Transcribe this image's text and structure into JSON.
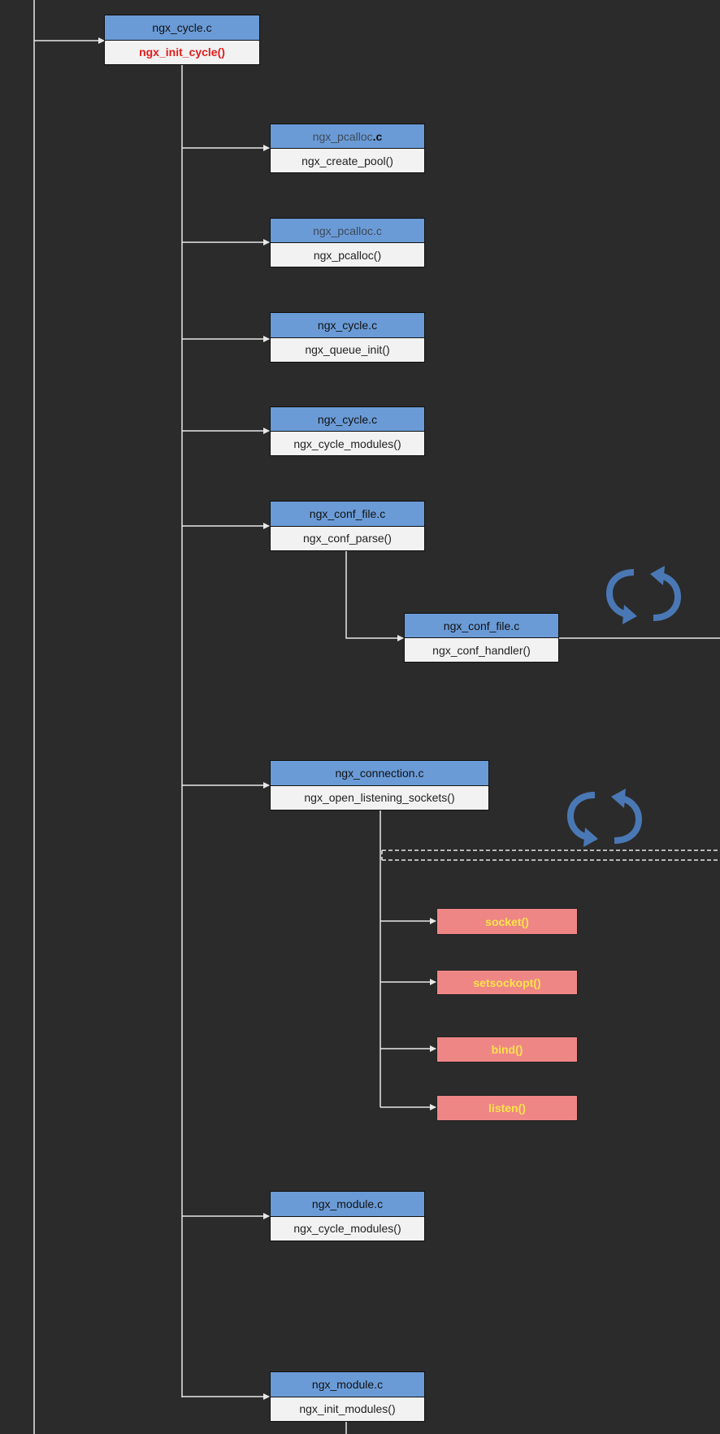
{
  "root": {
    "file": "ngx_cycle.c",
    "func": "ngx_init_cycle()"
  },
  "calls": [
    {
      "file_a": "ngx_pcalloc",
      "file_b": ".c",
      "func": "ngx_create_pool()"
    },
    {
      "file": "ngx_pcalloc.c",
      "func": "ngx_pcalloc()"
    },
    {
      "file": "ngx_cycle.c",
      "func": "ngx_queue_init()"
    },
    {
      "file": "ngx_cycle.c",
      "func": "ngx_cycle_modules()"
    },
    {
      "file": "ngx_conf_file.c",
      "func": "ngx_conf_parse()"
    },
    {
      "file": "ngx_conf_file.c",
      "func": "ngx_conf_handler()"
    },
    {
      "file": "ngx_connection.c",
      "func": "ngx_open_listening_sockets()"
    },
    {
      "file": "ngx_module.c",
      "func": "ngx_cycle_modules()"
    },
    {
      "file": "ngx_module.c",
      "func": "ngx_init_modules()"
    }
  ],
  "syscalls": [
    "socket()",
    "setsockopt()",
    "bind()",
    "listen()"
  ],
  "colors": {
    "background": "#2b2b2b",
    "header": "#6a9bd6",
    "body": "#f2f2f2",
    "syscall": "#ef8686",
    "syscall_text": "#fbe34a",
    "root_func_text": "#e31b1b",
    "loop_icon": "#4a78b5",
    "wire": "#e8e8e8"
  },
  "icons": [
    "loop-icon",
    "loop-icon"
  ]
}
